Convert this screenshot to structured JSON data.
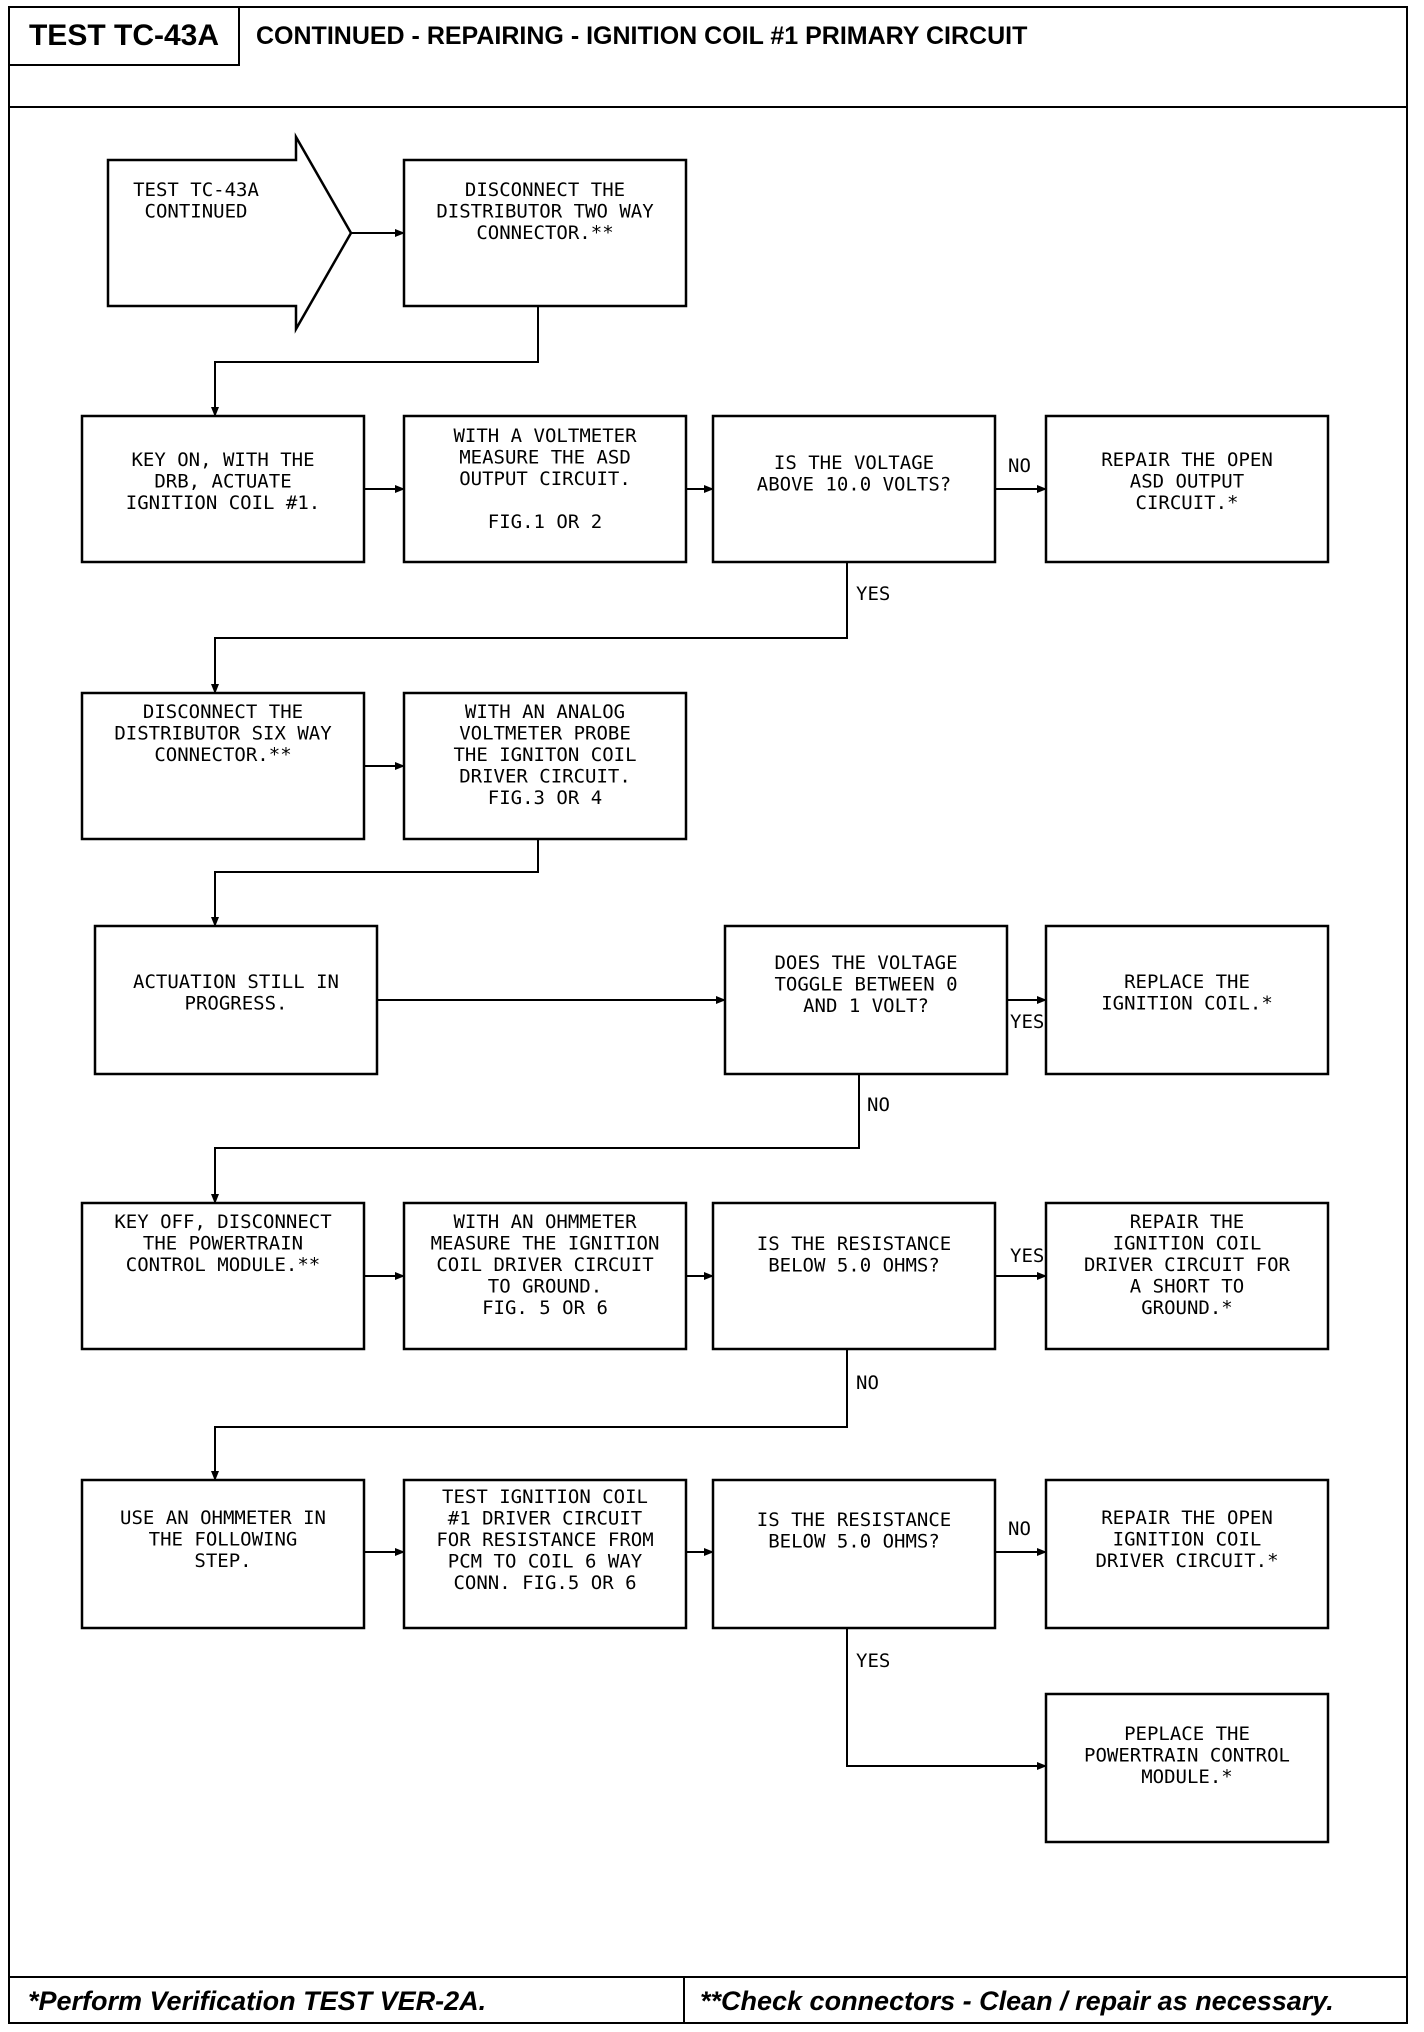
{
  "header": {
    "test_id": "TEST TC-43A",
    "title": "CONTINUED - REPAIRING - IGNITION COIL #1 PRIMARY CIRCUIT"
  },
  "footer": {
    "left": "*Perform Verification TEST VER-2A.",
    "right": "**Check connectors - Clean / repair as necessary."
  },
  "nodes": [
    {
      "id": "start",
      "lines": [
        "TEST TC-43A",
        "CONTINUED"
      ]
    },
    {
      "id": "disc2way",
      "lines": [
        "DISCONNECT THE",
        "DISTRIBUTOR TWO WAY",
        "CONNECTOR.**"
      ]
    },
    {
      "id": "keyon",
      "lines": [
        "KEY ON, WITH THE",
        "DRB, ACTUATE",
        "IGNITION COIL #1."
      ]
    },
    {
      "id": "voltmeter",
      "lines": [
        "WITH A VOLTMETER",
        "MEASURE THE ASD",
        "OUTPUT CIRCUIT.",
        "",
        "FIG.1 OR 2"
      ]
    },
    {
      "id": "q_voltage",
      "lines": [
        "IS THE VOLTAGE",
        "ABOVE 10.0 VOLTS?"
      ]
    },
    {
      "id": "repair_asd",
      "lines": [
        "REPAIR THE OPEN",
        "ASD OUTPUT",
        "CIRCUIT.*"
      ]
    },
    {
      "id": "disc6way",
      "lines": [
        "DISCONNECT THE",
        "DISTRIBUTOR SIX WAY",
        "CONNECTOR.**"
      ]
    },
    {
      "id": "analog",
      "lines": [
        "WITH AN ANALOG",
        "VOLTMETER PROBE",
        "THE IGNITON COIL",
        "DRIVER CIRCUIT.",
        "FIG.3 OR 4"
      ]
    },
    {
      "id": "actuation",
      "lines": [
        "ACTUATION STILL IN",
        "PROGRESS."
      ]
    },
    {
      "id": "q_toggle",
      "lines": [
        "DOES THE VOLTAGE",
        "TOGGLE BETWEEN 0",
        "AND 1 VOLT?"
      ]
    },
    {
      "id": "replace_coil",
      "lines": [
        "REPLACE THE",
        "IGNITION COIL.*"
      ]
    },
    {
      "id": "keyoff",
      "lines": [
        "KEY OFF, DISCONNECT",
        "THE POWERTRAIN",
        "CONTROL MODULE.**"
      ]
    },
    {
      "id": "ohm1",
      "lines": [
        "WITH AN OHMMETER",
        "MEASURE THE IGNITION",
        "COIL DRIVER CIRCUIT",
        "TO GROUND.",
        "FIG. 5 OR 6"
      ]
    },
    {
      "id": "q_res1",
      "lines": [
        "IS THE RESISTANCE",
        "BELOW 5.0 OHMS?"
      ]
    },
    {
      "id": "repair_short",
      "lines": [
        "REPAIR THE",
        "IGNITION COIL",
        "DRIVER CIRCUIT FOR",
        "A SHORT TO",
        "GROUND.*"
      ]
    },
    {
      "id": "useohm",
      "lines": [
        "USE AN OHMMETER IN",
        "THE FOLLOWING",
        "STEP."
      ]
    },
    {
      "id": "testcoil",
      "lines": [
        "TEST IGNITION COIL",
        "#1 DRIVER CIRCUIT",
        "FOR RESISTANCE FROM",
        "PCM TO COIL 6 WAY",
        "CONN. FIG.5 OR 6"
      ]
    },
    {
      "id": "q_res2",
      "lines": [
        "IS THE RESISTANCE",
        "BELOW 5.0 OHMS?"
      ]
    },
    {
      "id": "repair_open_drv",
      "lines": [
        "REPAIR THE OPEN",
        "IGNITION COIL",
        "DRIVER CIRCUIT.*"
      ]
    },
    {
      "id": "replace_pcm",
      "lines": [
        "PEPLACE THE",
        "POWERTRAIN CONTROL",
        "MODULE.*"
      ]
    }
  ],
  "edge_labels": [
    {
      "id": "no_asd",
      "text": "NO"
    },
    {
      "id": "yes_v",
      "text": "YES"
    },
    {
      "id": "yes_toggle",
      "text": "YES"
    },
    {
      "id": "no_toggle",
      "text": "NO"
    },
    {
      "id": "yes_short",
      "text": "YES"
    },
    {
      "id": "no_res1",
      "text": "NO"
    },
    {
      "id": "no_res2",
      "text": "NO"
    },
    {
      "id": "yes_res2",
      "text": "YES"
    }
  ]
}
